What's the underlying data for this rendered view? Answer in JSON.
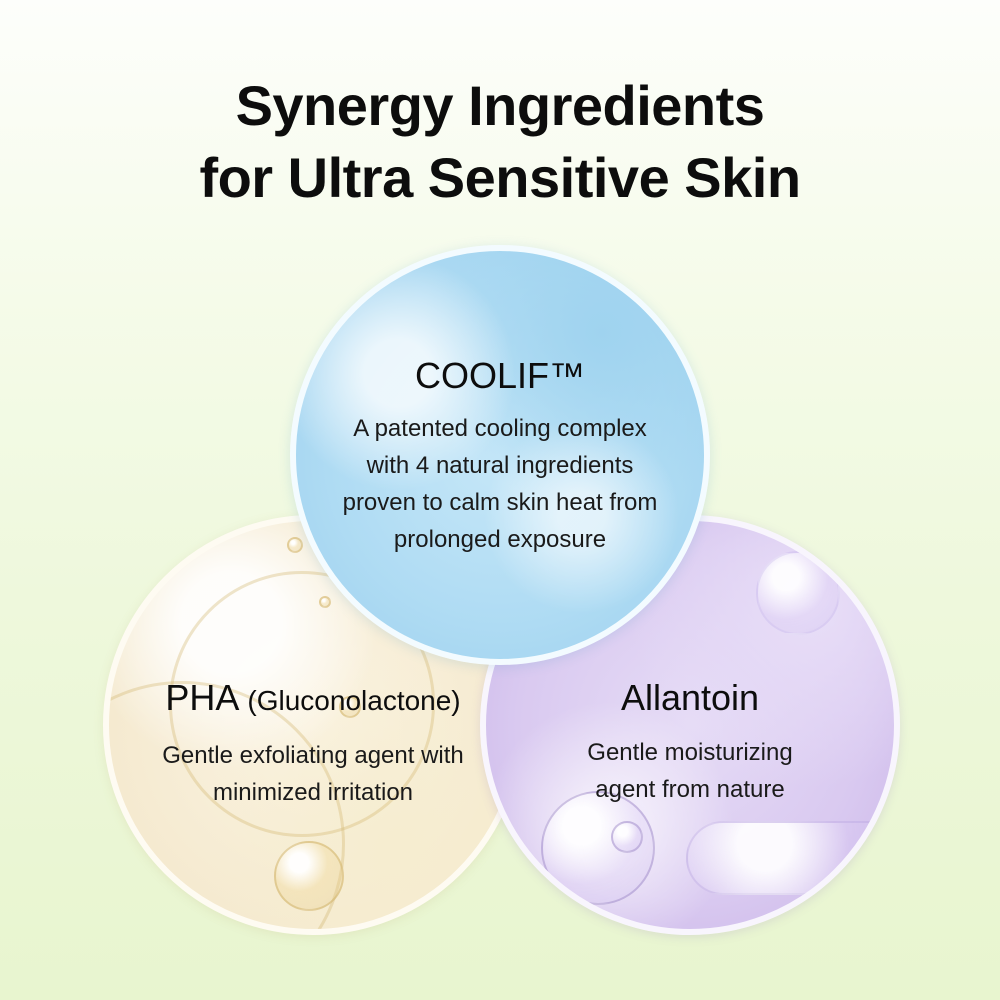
{
  "title": {
    "line1": "Synergy Ingredients",
    "line2": "for Ultra Sensitive Skin"
  },
  "ingredients": [
    {
      "name": "COOLIF™",
      "description_lines": [
        "A patented cooling complex",
        "with 4 natural ingredients",
        "proven to calm skin heat from",
        "prolonged exposure"
      ],
      "color": "#aedbf3"
    },
    {
      "name": "PHA",
      "name_suffix": "(Gluconolactone)",
      "description_lines": [
        "Gentle exfoliating agent with",
        "minimized irritation"
      ],
      "color": "#f5ead0"
    },
    {
      "name": "Allantoin",
      "description_lines": [
        "Gentle moisturizing",
        "agent from nature"
      ],
      "color": "#d9c9f0"
    }
  ]
}
